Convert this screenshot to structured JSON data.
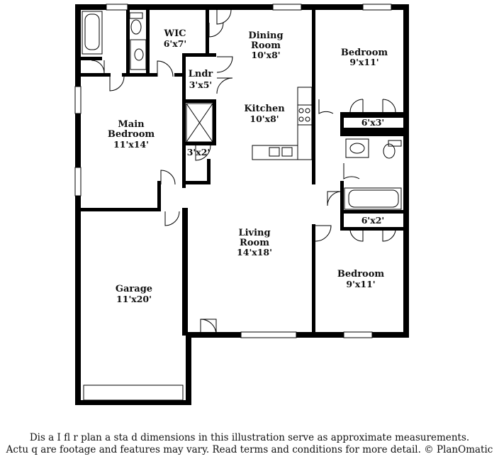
{
  "rooms": {
    "wic": {
      "name": "WIC",
      "dims": "6'x7'"
    },
    "dining": {
      "name_line1": "Dining",
      "name_line2": "Room",
      "dims": "10'x8'"
    },
    "bedroom_ne": {
      "name": "Bedroom",
      "dims": "9'x11'"
    },
    "laundry": {
      "name": "Lndr",
      "dims": "3'x5'"
    },
    "main_bedroom": {
      "name_line1": "Main",
      "name_line2": "Bedroom",
      "dims": "11'x14'"
    },
    "kitchen": {
      "name": "Kitchen",
      "dims": "10'x8'"
    },
    "closet_6x3": {
      "dims": "6'x3'"
    },
    "closet_3x2": {
      "dims": "3'x2'"
    },
    "closet_6x2": {
      "dims": "6'x2'"
    },
    "living": {
      "name_line1": "Living",
      "name_line2": "Room",
      "dims": "14'x18'"
    },
    "garage": {
      "name": "Garage",
      "dims": "11'x20'"
    },
    "bedroom_se": {
      "name": "Bedroom",
      "dims": "9'x11'"
    }
  },
  "disclaimer": {
    "line1": "Dis a   I   fl  r plan a  sta  d dimensions in this illustration serve as approximate measurements.",
    "line2": "Actu   q  are footage and features may vary. Read terms and conditions for more detail. © PlanOmatic"
  }
}
